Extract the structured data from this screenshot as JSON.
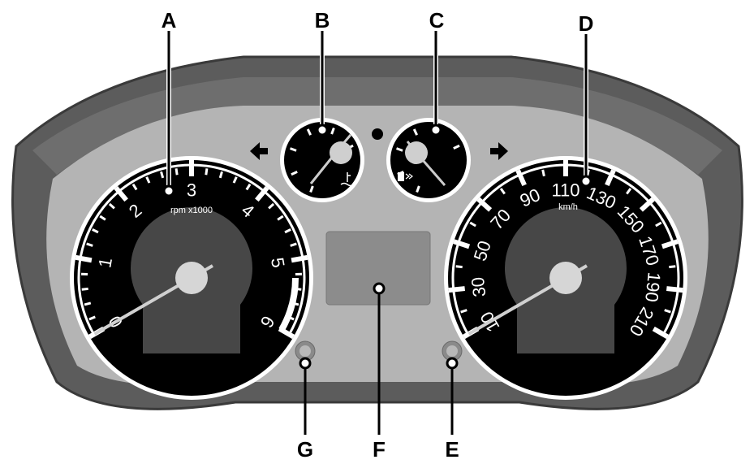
{
  "callouts": {
    "a": "A",
    "b": "B",
    "c": "C",
    "d": "D",
    "e": "E",
    "f": "F",
    "g": "G"
  },
  "tachometer": {
    "unit": "rpm x1000",
    "numbers": [
      "0",
      "1",
      "2",
      "3",
      "4",
      "5",
      "6"
    ],
    "needle_value": 0
  },
  "speedometer": {
    "unit": "km/h",
    "numbers": [
      "10",
      "30",
      "50",
      "70",
      "90",
      "110",
      "130",
      "150",
      "170",
      "190",
      "210"
    ],
    "needle_value": 10
  },
  "temperature_gauge": {
    "icon": "coolant-temperature-icon"
  },
  "fuel_gauge": {
    "icon": "fuel-pump-icon"
  },
  "indicators": {
    "left": "left-turn-arrow-icon",
    "right": "right-turn-arrow-icon"
  },
  "colors": {
    "dial": "#000000",
    "bezel": "#5a5a5a",
    "panel": "#b4b4b4",
    "inner": "#474747"
  }
}
